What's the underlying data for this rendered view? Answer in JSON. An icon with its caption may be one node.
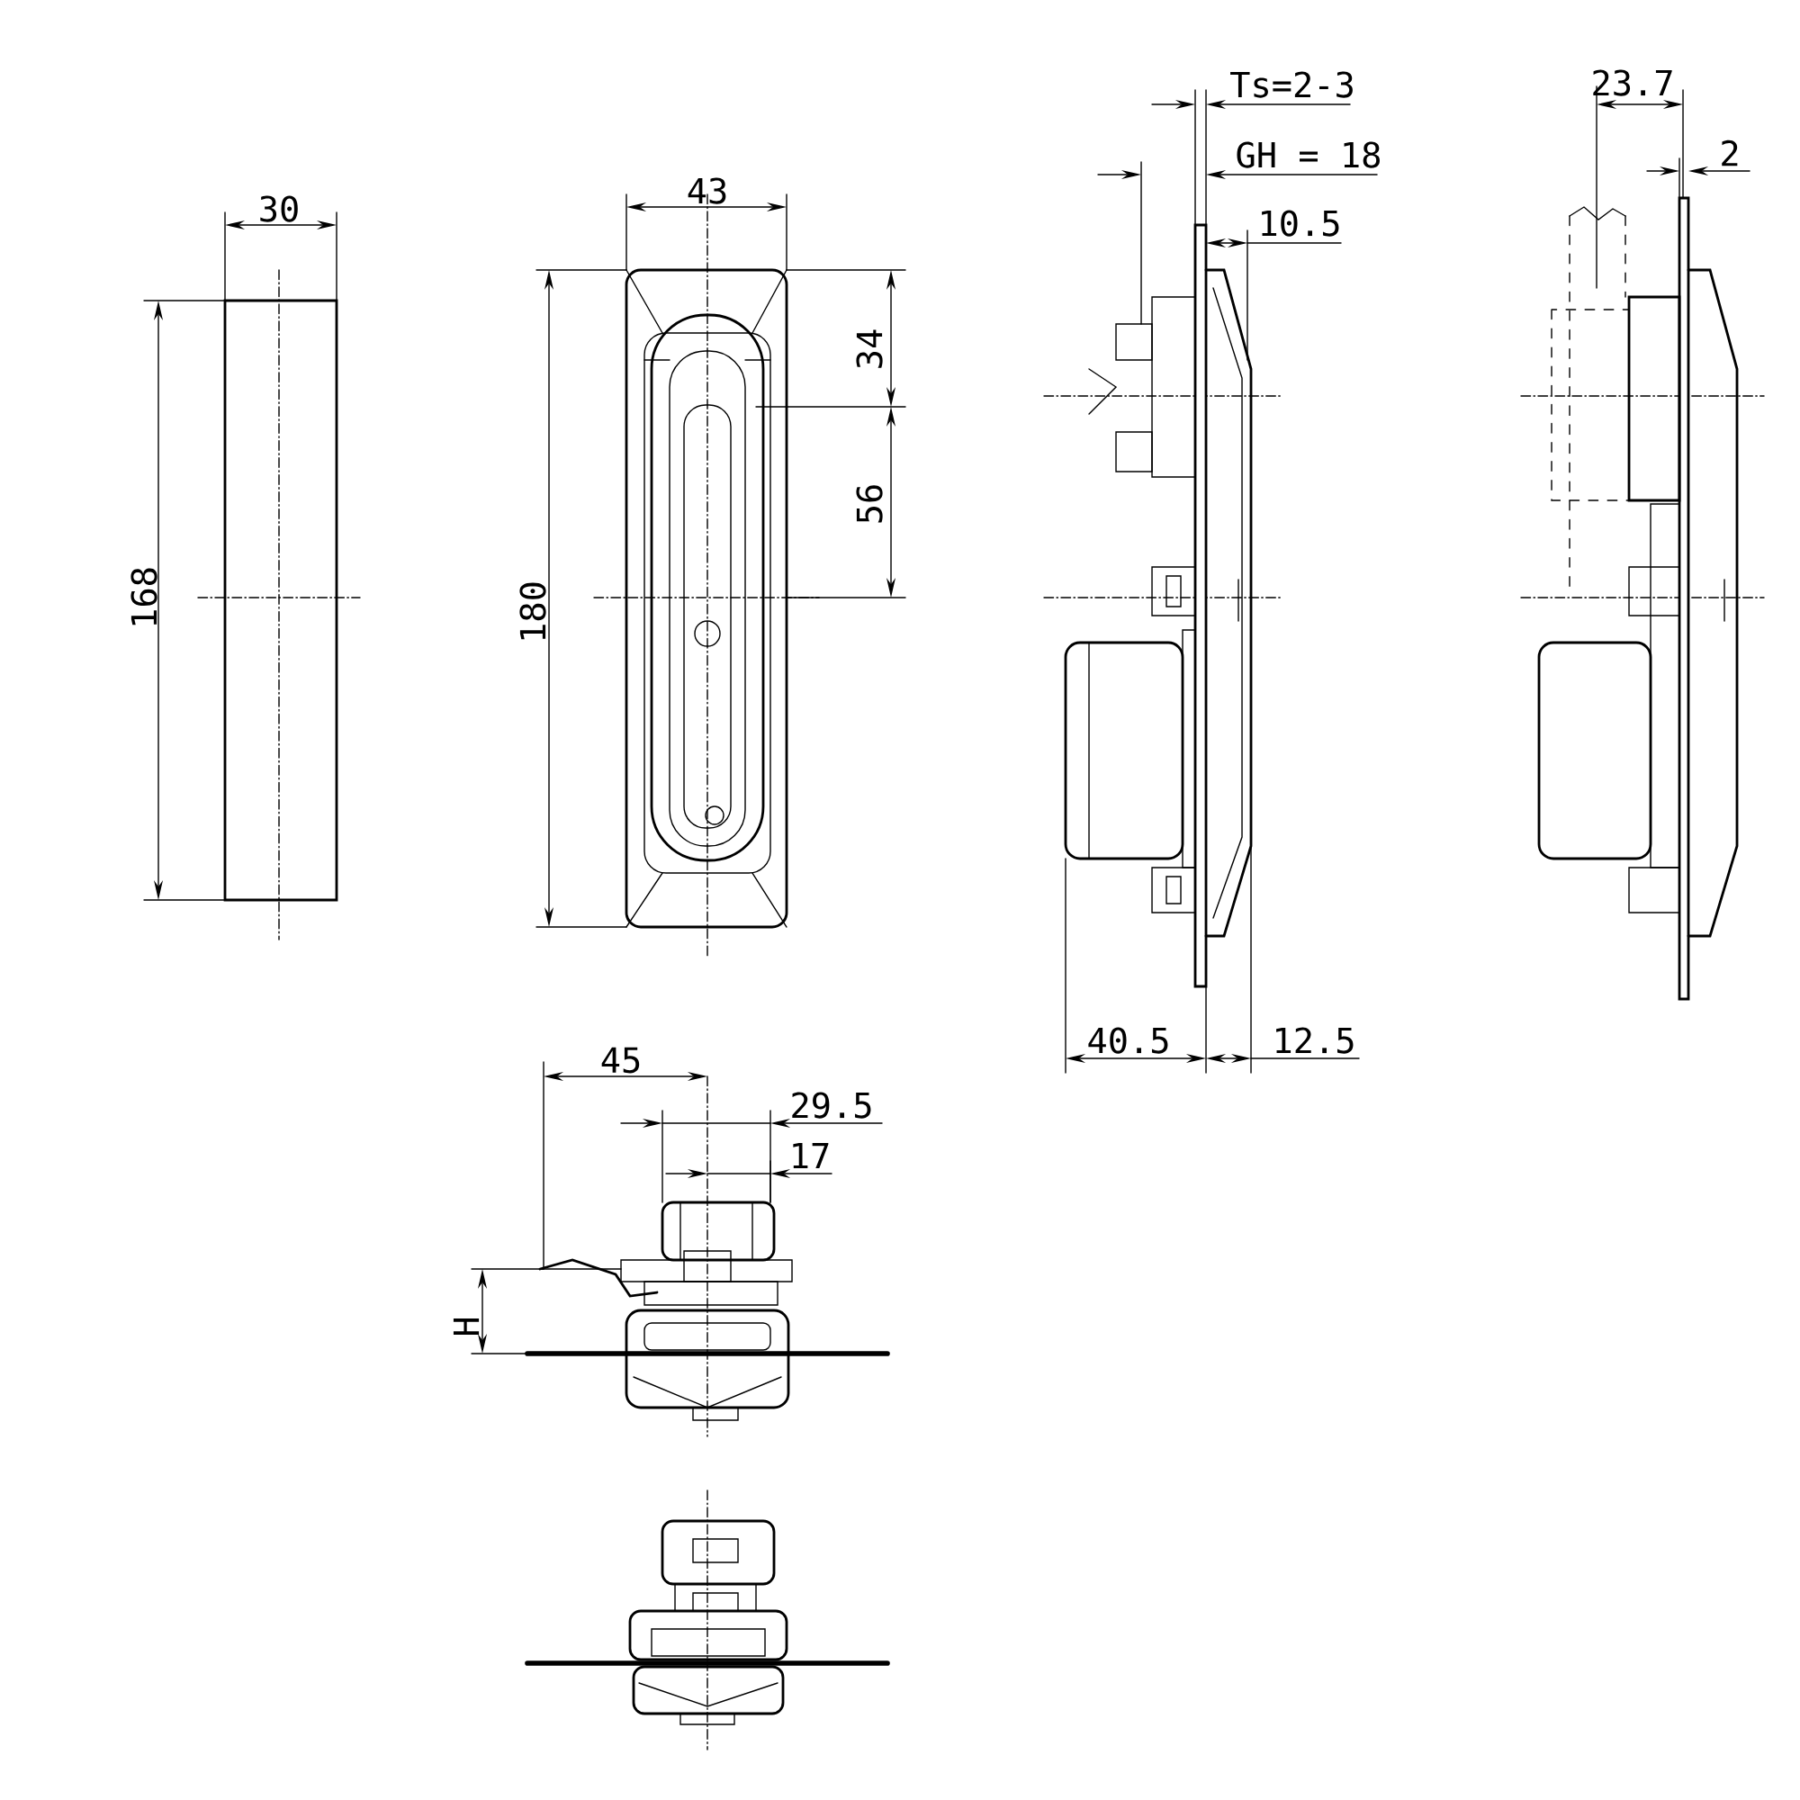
{
  "diagram": {
    "labels": [
      "30",
      "43",
      "Ts=2-3",
      "23.7",
      "GH = 18",
      "2",
      "10.5",
      "34",
      "56",
      "168",
      "180",
      "40.5",
      "12.5",
      "45",
      "29.5",
      "17",
      "H"
    ]
  }
}
